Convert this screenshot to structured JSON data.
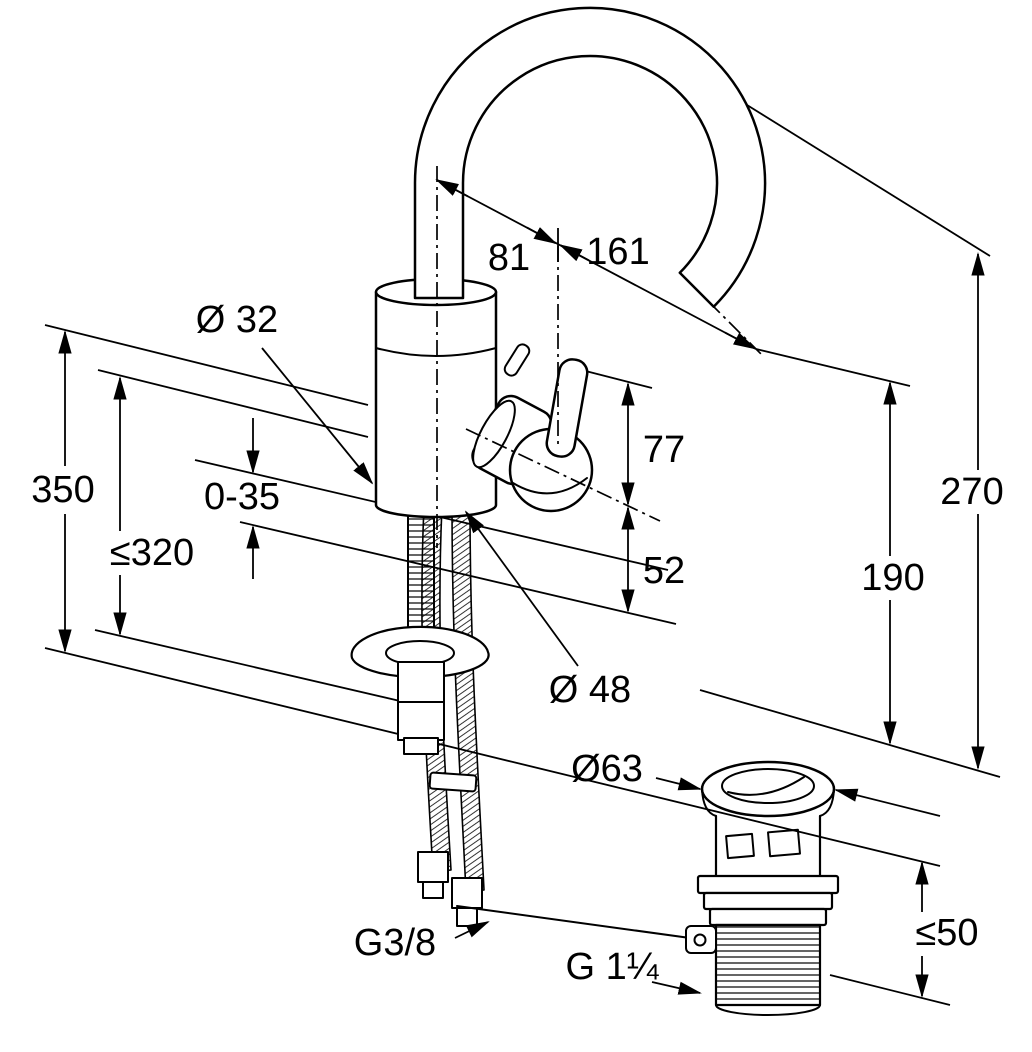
{
  "diagram": {
    "type": "technical-drawing",
    "subject": "single-lever basin mixer with high swivel spout and pop-up waste, installation dimension drawing",
    "background_color": "#ffffff",
    "line_color": "#000000",
    "labels": {
      "spout_diameter": "Ø 32",
      "deck_thickness_range": "0-35",
      "total_height_left": "350",
      "max_clearance_left": "≤320",
      "offset_body_to_lever": "81",
      "offset_lever_to_outlet": "161",
      "lever_height": "77",
      "axis_to_deck": "52",
      "total_height_right": "270",
      "outlet_height": "190",
      "base_diameter": "Ø 48",
      "waste_flange_diameter": "Ø63",
      "supply_thread": "G3/8",
      "waste_thread": "G 1¼",
      "waste_deck_max": "≤50"
    }
  }
}
